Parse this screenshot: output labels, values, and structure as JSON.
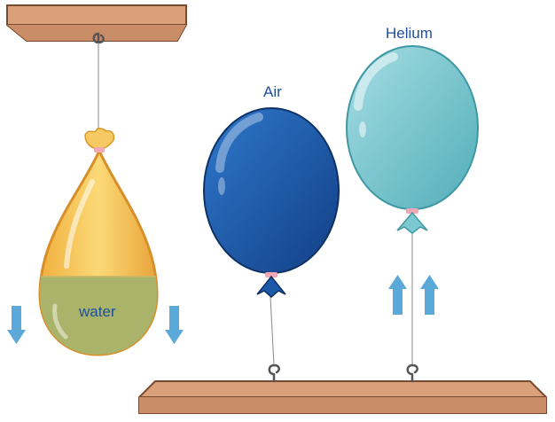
{
  "labels": {
    "air": "Air",
    "helium": "Helium",
    "water": "water"
  },
  "colors": {
    "wood": "#d9a07a",
    "wood_edge": "#7a4a2e",
    "air_balloon": "#1c5aa8",
    "helium_balloon": "#7cc8d0",
    "water_bag_top": "#f7c95e",
    "water_fill": "#a9b46a",
    "arrow": "#5aa9d8",
    "text": "#1f4e9a"
  },
  "icons": {
    "hook": "hook-icon",
    "arrow_up": "arrow-up-icon",
    "arrow_down": "arrow-down-icon"
  }
}
